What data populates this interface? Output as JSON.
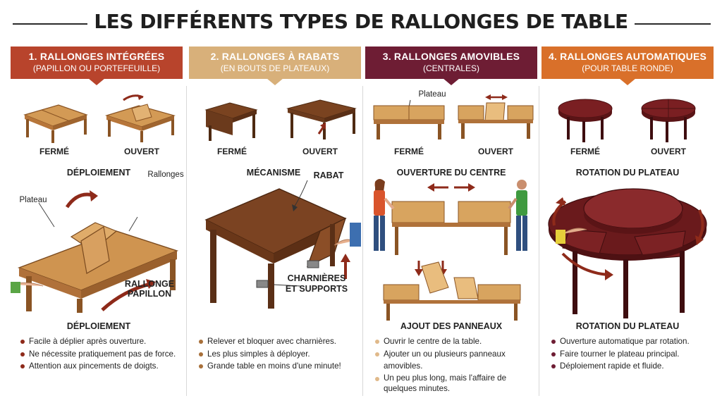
{
  "title": "LES DIFFÉRENTS TYPES DE RALLONGES DE TABLE",
  "colors": {
    "col1": "#b8442c",
    "col2": "#d8b07a",
    "col3": "#6e1d34",
    "col4": "#d9702a",
    "wood": "#c9873f",
    "dark_wood": "#6b3a1f",
    "round_wood": "#6a1a1c"
  },
  "columns": [
    {
      "title": "1. RALLONGES INTÉGRÉES",
      "subtitle": "(PAPILLON OU PORTEFEUILLE)",
      "closed": "FERMÉ",
      "open": "OUVERT",
      "section_label": "DÉPLOIEMENT",
      "callout_rallonges": "Rallonges",
      "callout_plateau": "Plateau",
      "callout_papillon": "RALLONGE\nPAPILLON",
      "footer_label": "DÉPLOIEMENT",
      "notes": [
        "Facile à déplier après ouverture.",
        "Ne nécessite pratiquement pas de force.",
        "Attention aux pincements de doigts."
      ]
    },
    {
      "title": "2. RALLONGES À RABATS",
      "subtitle": "(EN BOUTS DE PLATEAUX)",
      "closed": "FERMÉ",
      "open": "OUVERT",
      "section_label": "MÉCANISME",
      "callout_rabat": "RABAT",
      "callout_hinges_1": "CHARNIÈRES",
      "callout_hinges_2": "ET SUPPORTS",
      "notes": [
        "Relever et bloquer avec charnières.",
        "Les plus simples à déployer.",
        "Grande table en moins d'une minute!"
      ]
    },
    {
      "title": "3. RALLONGES AMOVIBLES",
      "subtitle": "(CENTRALES)",
      "callout_plateau": "Plateau",
      "closed": "FERMÉ",
      "open": "OUVERT",
      "section_label": "OUVERTURE DU CENTRE",
      "footer_label": "AJOUT DES PANNEAUX",
      "notes": [
        "Ouvrir le centre de la table.",
        "Ajouter un ou plusieurs panneaux amovibles.",
        "Un peu plus long, mais l'affaire de quelques minutes."
      ]
    },
    {
      "title": "4. RALLONGES AUTOMATIQUES",
      "subtitle": "(POUR TABLE RONDE)",
      "closed": "FERMÉ",
      "open": "OUVERT",
      "section_label": "ROTATION DU PLATEAU",
      "footer_label": "ROTATION DU PLATEAU",
      "notes": [
        "Ouverture automatique par rotation.",
        "Faire tourner le plateau principal.",
        "Déploiement rapide et fluide."
      ]
    }
  ]
}
